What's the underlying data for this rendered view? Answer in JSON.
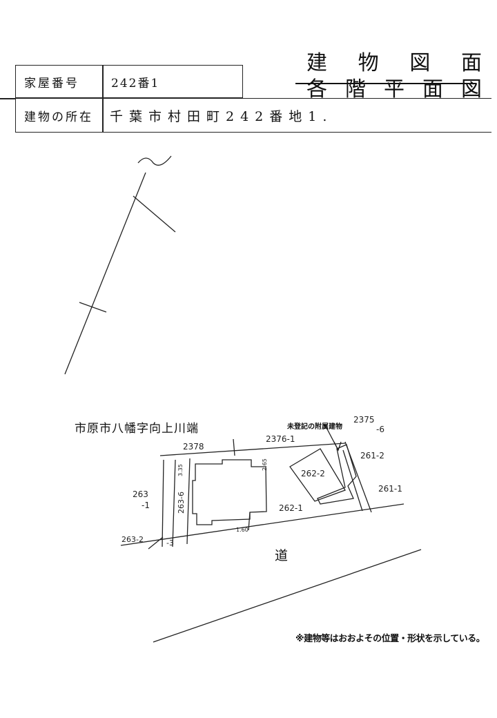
{
  "header": {
    "house_number_label": "家屋番号",
    "house_number_value": "242番1",
    "location_label": "建物の所在",
    "location_value": "千葉市村田町242番地1."
  },
  "title": {
    "main_chars": [
      "建",
      "物",
      "図",
      "面"
    ],
    "struck_chars": [
      "各",
      "階",
      "平",
      "面",
      "図"
    ]
  },
  "sketch": {
    "place_name": "市原市八幡字向上川端",
    "annex_label": "未登記の附属建物",
    "road_label": "道",
    "parcels": {
      "p2378": "2378",
      "p2376_1": "2376-1",
      "p2375_top": "2375",
      "p2375_bottom": "-6",
      "p261_2": "261-2",
      "p261_1": "261-1",
      "p262_2": "262-2",
      "p262_1": "262-1",
      "p263_1_top": "263",
      "p263_1_bottom": "-1",
      "p263_6": "263-6",
      "p263_2": "263-2",
      "p263_3": "-3"
    },
    "dimensions": {
      "d_left": "3.35",
      "d_right": "2.65",
      "d_bottom": "1.60"
    }
  },
  "footnote": "※建物等はおおよその位置・形状を示している。"
}
